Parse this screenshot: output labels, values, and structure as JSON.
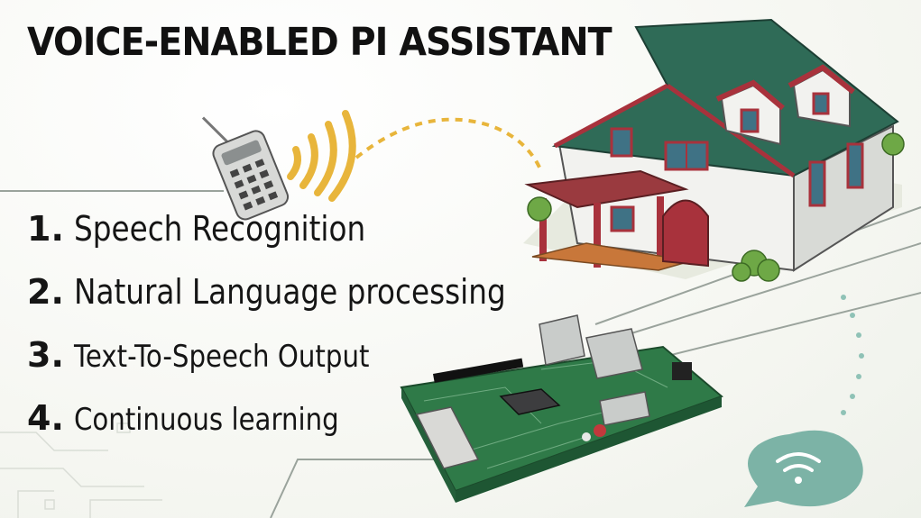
{
  "title": "VOICE-ENABLED PI ASSISTANT",
  "steps": [
    {
      "number": "1.",
      "label": "Speech Recognition"
    },
    {
      "number": "2.",
      "label": "Natural Language processing"
    },
    {
      "number": "3.",
      "label": "Text-To-Speech Output"
    },
    {
      "number": "4.",
      "label": "Continuous learning"
    }
  ],
  "colors": {
    "roof": "#2f6b57",
    "wall": "#f2f2ef",
    "trim": "#a8323c",
    "board": "#2f7a48",
    "signal": "#e8b53b",
    "bubble": "#7cb3a6"
  },
  "icons": [
    "remote-control-icon",
    "signal-waves-icon",
    "house-icon",
    "circuit-board-icon",
    "wifi-bubble-icon"
  ]
}
